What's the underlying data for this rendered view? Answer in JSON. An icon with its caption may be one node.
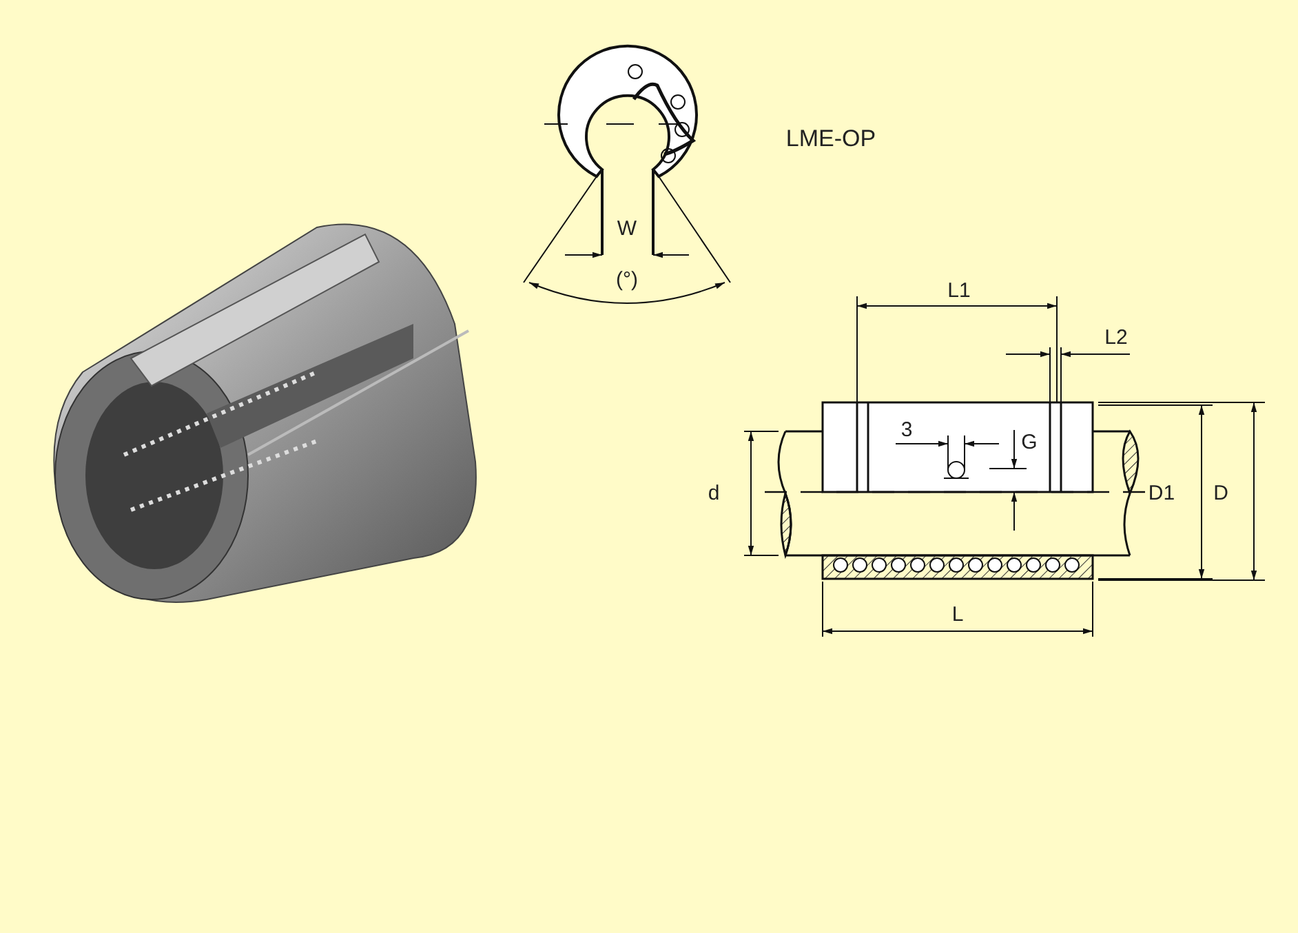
{
  "diagram": {
    "labels": [
      "W",
      "(°)",
      "LME-OP",
      "L1",
      "L2",
      "3",
      "G",
      "d",
      "D1",
      "D",
      "L"
    ]
  }
}
